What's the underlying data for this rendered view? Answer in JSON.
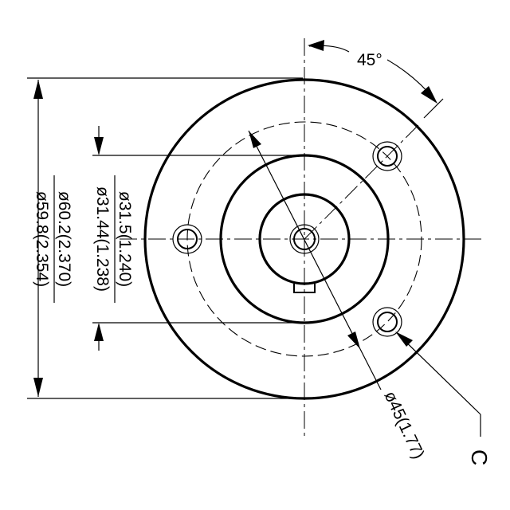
{
  "dimensions": {
    "angle": "45°",
    "bore_max": "ø31.5(1.240)",
    "bore_min": "ø31.44(1.238)",
    "outer_max": "ø60.2(2.370)",
    "outer_min": "ø59.8(2.354)",
    "bolt_circle": "ø45(1.77)"
  },
  "callout": {
    "letter": "C"
  }
}
